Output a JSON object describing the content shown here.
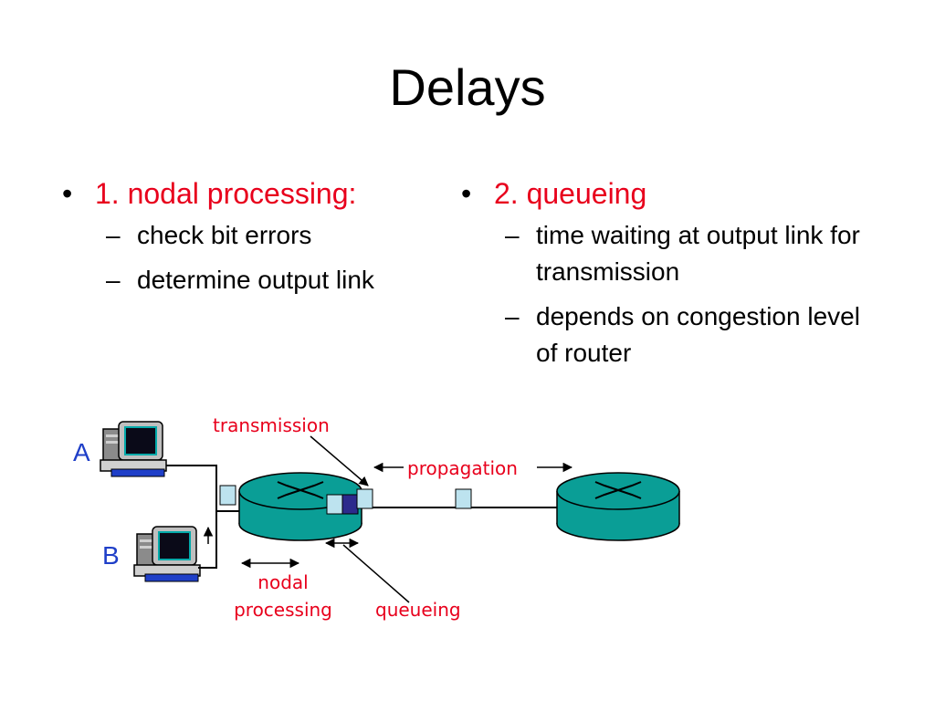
{
  "slide": {
    "title": "Delays"
  },
  "left": {
    "bullet": "1. nodal processing:",
    "items": [
      "check bit errors",
      "determine output link"
    ]
  },
  "right": {
    "bullet": "2. queueing",
    "items": [
      "time waiting at output link for transmission",
      "depends on congestion level of router"
    ]
  },
  "diagram": {
    "host_a": "A",
    "host_b": "B",
    "transmission": "transmission",
    "propagation": "propagation",
    "nodal_line1": "nodal",
    "nodal_line2": "processing",
    "queueing": "queueing"
  },
  "colors": {
    "red": "#e8001c",
    "blue": "#1f3fc8",
    "router": "#0a9e96",
    "packet": "#bde3ef",
    "queue_dark": "#2c2a8c"
  }
}
